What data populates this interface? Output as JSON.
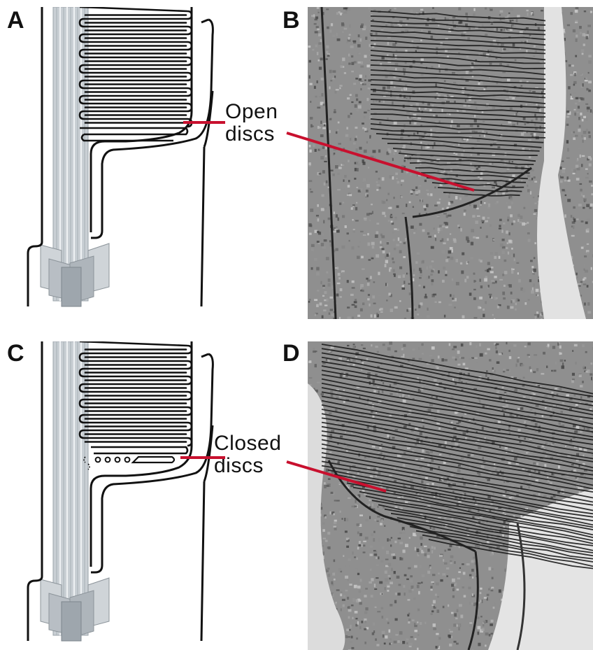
{
  "figure": {
    "panels": [
      {
        "id": "A",
        "letter": "A",
        "kind": "schematic"
      },
      {
        "id": "B",
        "letter": "B",
        "kind": "electron-micrograph"
      },
      {
        "id": "C",
        "letter": "C",
        "kind": "schematic"
      },
      {
        "id": "D",
        "letter": "D",
        "kind": "electron-micrograph"
      }
    ],
    "top_label": {
      "line1": "Open",
      "line2": "discs"
    },
    "bottom_label": {
      "line1": "Closed",
      "line2": "discs"
    },
    "colors": {
      "pointer": "#c8102e",
      "ink": "#111111",
      "axoneme_fill": "#c9cfd4",
      "basal_fill": "#b8bec4"
    }
  }
}
